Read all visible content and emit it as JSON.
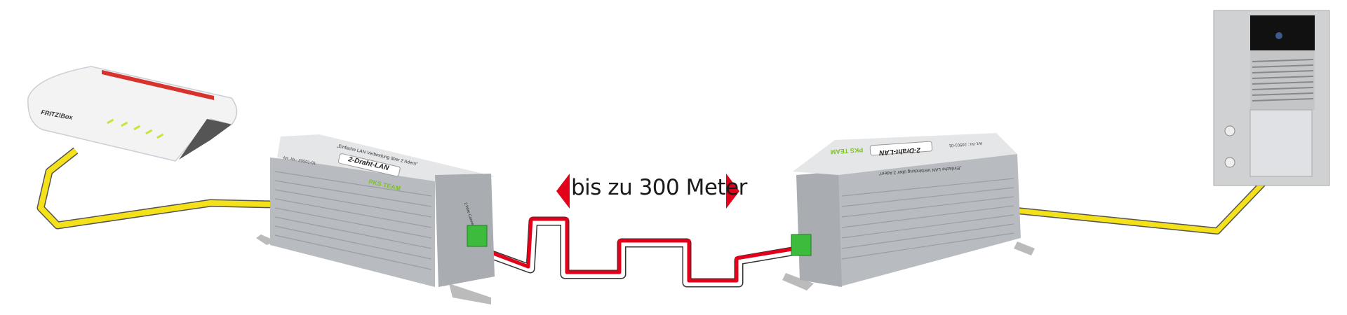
{
  "distance_label": "bis zu 300 Meter",
  "router": {
    "brand": "FRITZ!Box"
  },
  "adapter_left": {
    "product_name": "2-Draht-LAN",
    "tagline": "„Einfache LAN Verbindung über 2 Adern“",
    "article_no": "Art.-Nr.: 20501-01",
    "brand": "PKS TEAM",
    "connector_label": "2 Wire Connection"
  },
  "adapter_right": {
    "product_name": "2-Draht-LAN",
    "tagline": "„Einfache LAN Verbindung über 2 Adern“",
    "article_no": "Art.-Nr.: 20501-01",
    "brand": "PKS TEAM"
  },
  "colors": {
    "arrow": "#e2001a",
    "ethernet_cable": "#f5e11a",
    "two_wire_red": "#e2001a"
  }
}
